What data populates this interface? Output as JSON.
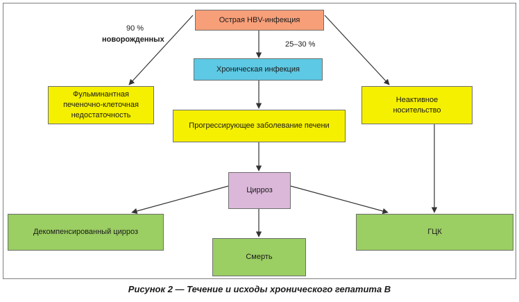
{
  "nodes": {
    "acute": "Острая HBV-инфекция",
    "chronic": "Хроническая инфекция",
    "fulminant": "Фульминантная\nпеченочно-клеточная\nнедостаточность",
    "progressive": "Прогрессирующее заболевание печени",
    "inactive": "Неактивное\nносительство",
    "cirrhosis": "Цирроз",
    "decompensated": "Декомпенсированный цирроз",
    "death": "Смерть",
    "hcc": "ГЦК"
  },
  "labels": {
    "pct_90": "90 %",
    "newborns": "новорожденных",
    "pct_25_30": "25–30 %"
  },
  "caption": "Рисунок 2 — Течение и исходы хронического гепатита В",
  "colors": {
    "orange": "#f79f79",
    "cyan": "#5dc9e4",
    "yellow": "#f5f000",
    "pink": "#dbb8da",
    "green": "#9bce63",
    "arrow": "#333333"
  }
}
